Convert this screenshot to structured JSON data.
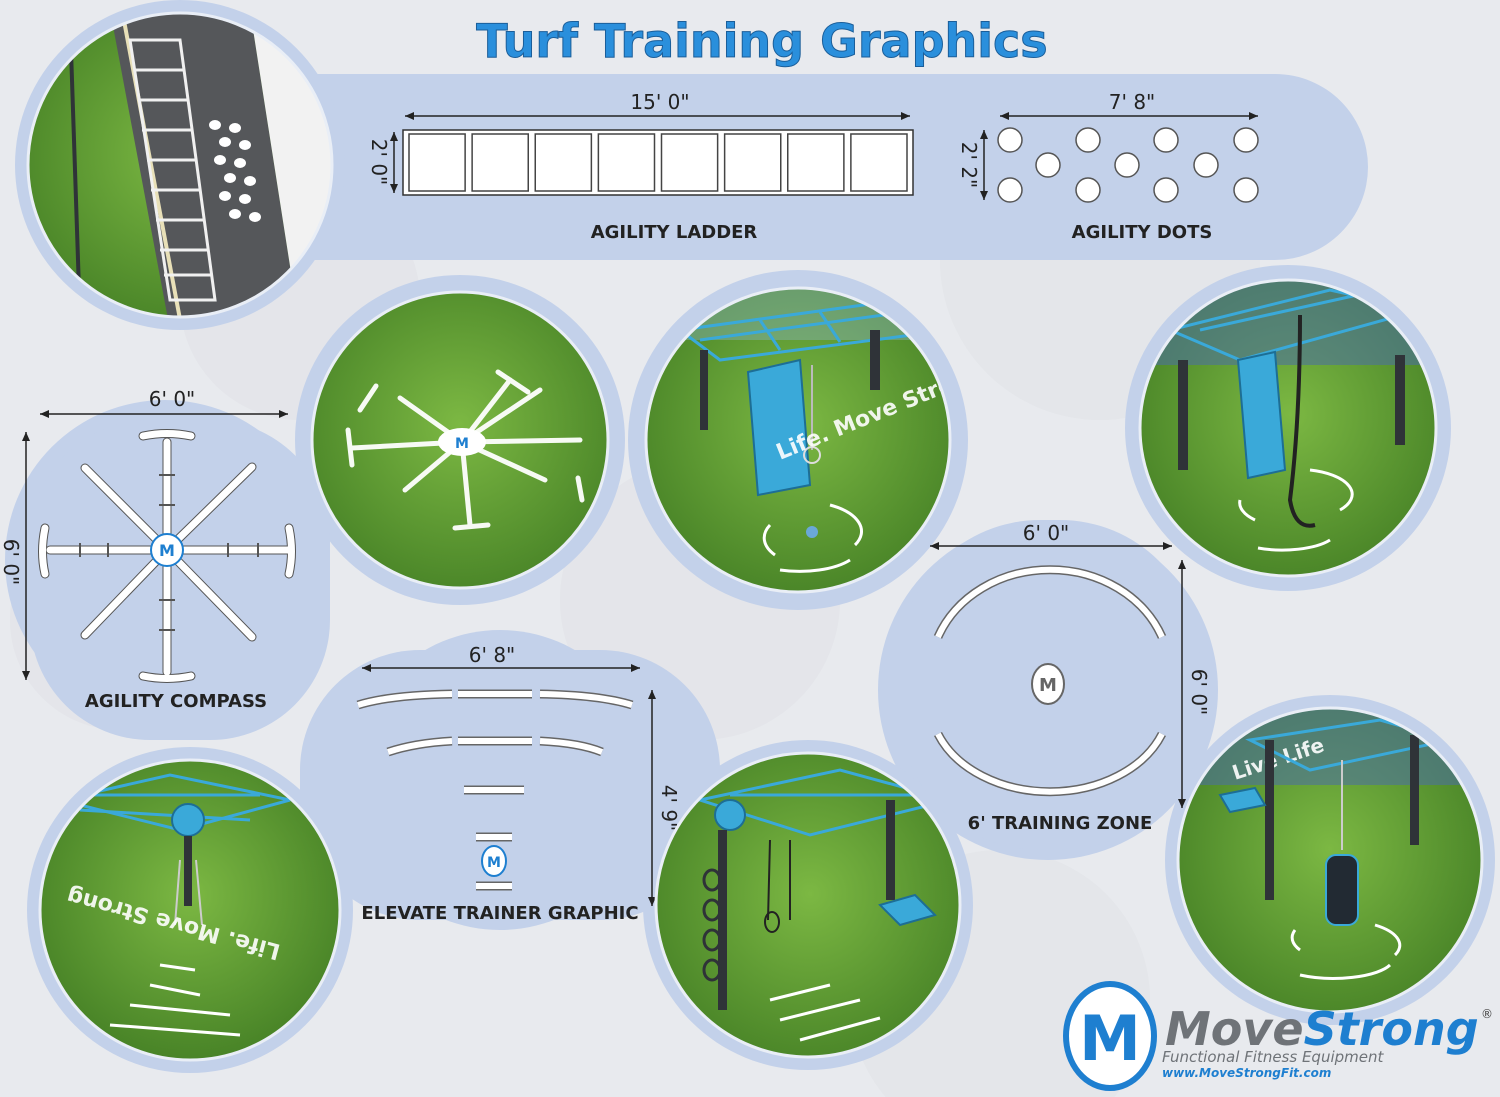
{
  "title": "Turf Training Graphics",
  "colors": {
    "title": "#2a8fdc",
    "panel": "#bccbe6",
    "turf": "#6fa83a",
    "turf_dark": "#4f8a2a",
    "equipment_blue": "#3aa9d9",
    "frame": "#2f3338",
    "brand_blue": "#1e7fd0",
    "brand_gray": "#6f7378"
  },
  "agility_ladder": {
    "label": "AGILITY LADDER",
    "width_dim": "15' 0\"",
    "height_dim": "2' 0\"",
    "rungs": 8
  },
  "agility_dots": {
    "label": "AGILITY DOTS",
    "width_dim": "7' 8\"",
    "height_dim": "2' 2\""
  },
  "agility_compass": {
    "label": "AGILITY COMPASS",
    "width_dim": "6' 0\"",
    "height_dim": "6' 0\""
  },
  "training_zone": {
    "label": "6' TRAINING ZONE",
    "width_dim": "6' 0\"",
    "height_dim": "6' 0\""
  },
  "elevate_trainer": {
    "label": "ELEVATE TRAINER GRAPHIC",
    "width_dim": "6' 8\"",
    "height_dim": "4' 9\""
  },
  "scene_text": {
    "banner_1": "Life. Move Strong.",
    "banner_2": "Life. Move Strong",
    "banner_3": "Live Life"
  },
  "brand": {
    "name_part1": "Move",
    "name_part2": "Strong",
    "registered": "®",
    "tagline": "Functional Fitness Equipment",
    "url": "www.MoveStrongFit.com"
  }
}
